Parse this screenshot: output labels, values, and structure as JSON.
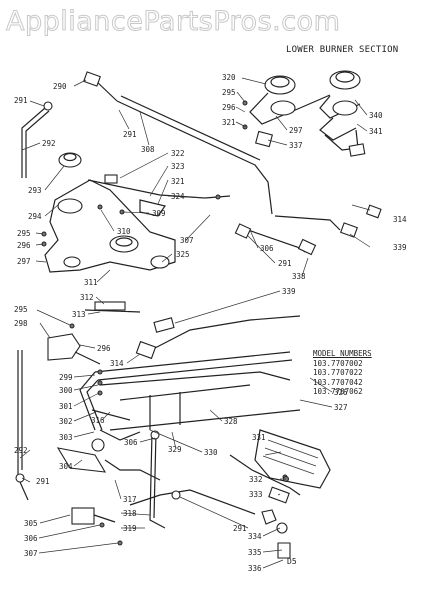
{
  "watermark": "AppliancePartsPros.com",
  "section_title": "LOWER BURNER SECTION",
  "models": {
    "header": "MODEL NUMBERS",
    "items": [
      "103.7707002",
      "103.7707022",
      "103.7707042",
      "103.7707062"
    ]
  },
  "page_id": "D5",
  "callouts": {
    "c290": "290",
    "c291a": "291",
    "c291b": "291",
    "c292a": "292",
    "c308": "308",
    "c320": "320",
    "c295a": "295",
    "c296a": "296",
    "c321a": "321",
    "c297a": "297",
    "c337": "337",
    "c340": "340",
    "c341": "341",
    "c322": "322",
    "c323": "323",
    "c321b": "321",
    "c324": "324",
    "c293": "293",
    "c294": "294",
    "c295b": "295",
    "c296b": "296",
    "c297b": "297",
    "c310": "310",
    "c309": "309",
    "c307a": "307",
    "c306a": "306",
    "c325": "325",
    "c291c": "291",
    "c338": "338",
    "c314a": "314",
    "c339a": "339",
    "c311": "311",
    "c312": "312",
    "c313": "313",
    "c339b": "339",
    "c295c": "295",
    "c298": "298",
    "c296c": "296",
    "c314b": "314",
    "c299": "299",
    "c300": "300",
    "c301": "301",
    "c302": "302",
    "c316": "316",
    "c303": "303",
    "c292b": "292",
    "c304": "304",
    "c291d": "291",
    "c305": "305",
    "c306b": "306",
    "c307b": "307",
    "c326": "326",
    "c327": "327",
    "c328": "328",
    "c330": "330",
    "c306c": "306",
    "c329": "329",
    "c317": "317",
    "c318": "318",
    "c319": "319",
    "c331": "331",
    "c332": "332",
    "c333": "333",
    "c291e": "291",
    "c334": "334",
    "c335": "335",
    "c336": "336"
  }
}
